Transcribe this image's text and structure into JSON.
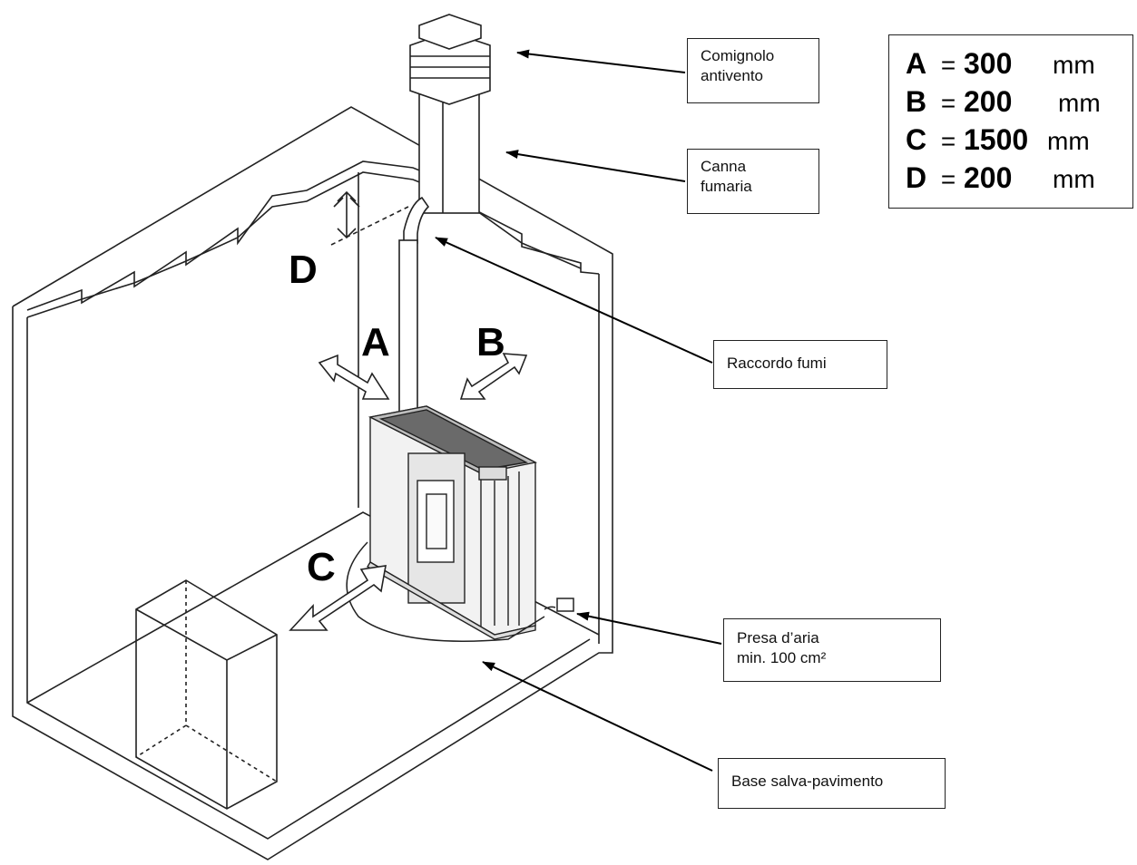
{
  "labels": {
    "comignolo_line1": "Comignolo",
    "comignolo_line2": "antivento",
    "canna_line1": "Canna",
    "canna_line2": "fumaria",
    "raccordo": "Raccordo fumi",
    "presa_line1": "Presa d’aria",
    "presa_line2": "min. 100 cm²",
    "base": "Base salva-pavimento"
  },
  "letters": {
    "a": "A",
    "b": "B",
    "c": "C",
    "d": "D"
  },
  "legend": {
    "rows": [
      {
        "key": "A",
        "eq": "=",
        "value": "300",
        "unit": "mm"
      },
      {
        "key": "B",
        "eq": "=",
        "value": "200",
        "unit": "mm"
      },
      {
        "key": "C",
        "eq": "=",
        "value": "1500",
        "unit": "mm"
      },
      {
        "key": "D",
        "eq": "=",
        "value": "200",
        "unit": "mm"
      }
    ]
  }
}
